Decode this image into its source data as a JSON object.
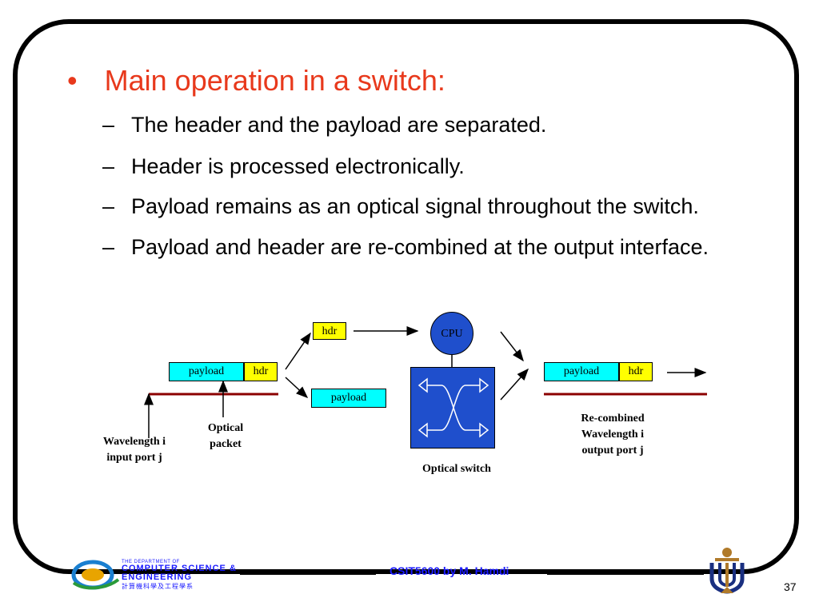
{
  "slide": {
    "title_bullet": "•",
    "title": "Main operation in a switch:",
    "points": [
      "The header and the payload are separated.",
      "Header is processed electronically.",
      "Payload remains as an optical signal throughout the switch.",
      "Payload and header are re-combined at the output interface."
    ],
    "dash": "–"
  },
  "diagram": {
    "input_payload": "payload",
    "input_hdr": "hdr",
    "split_hdr": "hdr",
    "split_payload": "payload",
    "cpu": "CPU",
    "output_payload": "payload",
    "output_hdr": "hdr",
    "label_wavelength_in_1": "Wavelength i",
    "label_wavelength_in_2": "input port j",
    "label_optical_packet_1": "Optical",
    "label_optical_packet_2": "packet",
    "label_switch": "Optical switch",
    "label_recombined_1": "Re-combined",
    "label_recombined_2": "Wavelength i",
    "label_recombined_3": "output port j"
  },
  "footer": {
    "course": "CSIT5600 by M. Hamdi",
    "page": "37",
    "dept_small": "THE DEPARTMENT OF",
    "dept_line1": "COMPUTER SCIENCE &",
    "dept_line2": "ENGINEERING",
    "dept_cn": "計算機科學及工程學系"
  },
  "colors": {
    "title": "#e8391c",
    "cyan_box": "#00ffff",
    "yellow_box": "#ffff00",
    "switch_blue": "#1f4fcc",
    "fiber": "#8b0000",
    "footer_text": "#1a1aff"
  }
}
